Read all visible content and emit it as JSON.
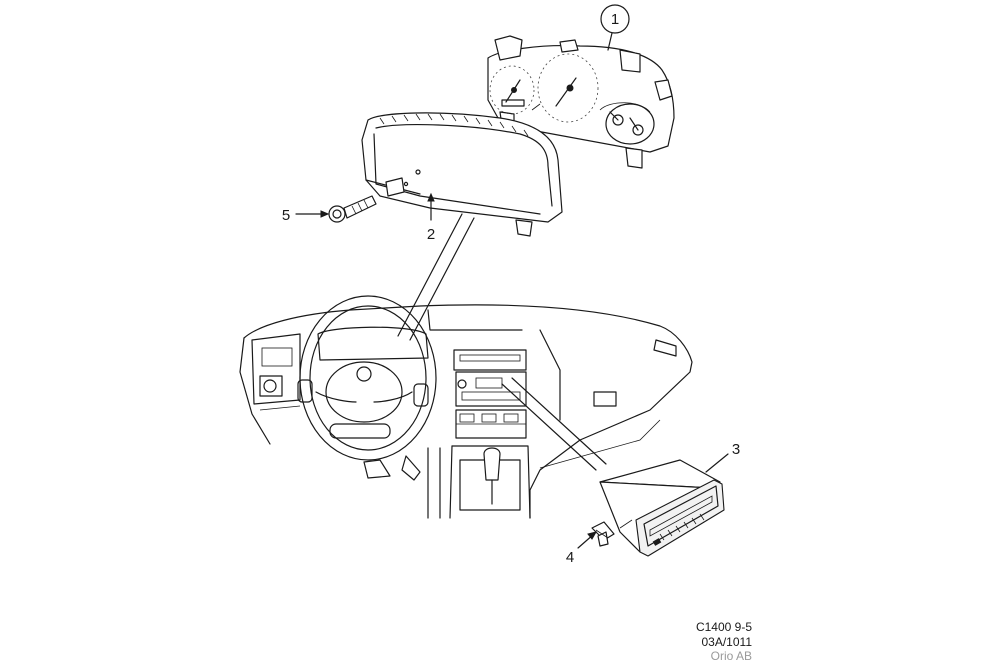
{
  "callouts": [
    {
      "id": "1",
      "label": "1"
    },
    {
      "id": "2",
      "label": "2"
    },
    {
      "id": "3",
      "label": "3"
    },
    {
      "id": "4",
      "label": "4"
    },
    {
      "id": "5",
      "label": "5"
    }
  ],
  "footer": {
    "code": "C1400 9-5",
    "revision": "03A/1011",
    "publisher": "Orio AB"
  },
  "colors": {
    "line": "#1a1a1a",
    "background": "#ffffff",
    "publisher_text": "#9a9a9a"
  }
}
